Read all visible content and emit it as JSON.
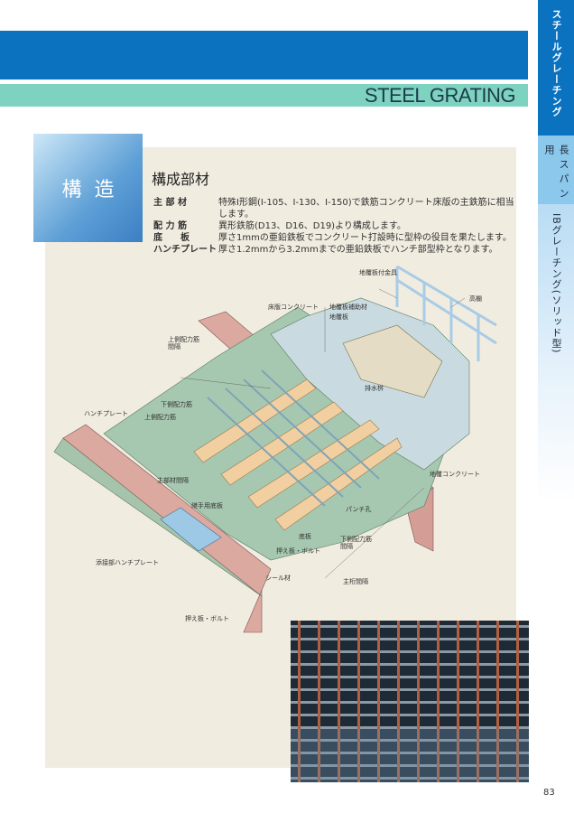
{
  "header": {
    "title_en": "STEEL GRATING"
  },
  "sidebar": {
    "items": [
      {
        "label": "スチールグレーチング"
      },
      {
        "label": "長スパン用"
      },
      {
        "label": "IBグレーチング(ソリッド型)"
      }
    ]
  },
  "section": {
    "heading": "構造",
    "subheading": "構成部材",
    "specs": [
      {
        "term": "主 部 材",
        "desc": "特殊I形鋼(I-105、I-130、I-150)で鉄筋コンクリート床版の主鉄筋に相当します。"
      },
      {
        "term": "配 力 筋",
        "desc": "異形鉄筋(D13、D16、D19)より構成します。"
      },
      {
        "term": "底　　板",
        "desc": "厚さ1mmの亜鉛鉄板でコンクリート打設時に型枠の役目を果たします。"
      },
      {
        "term": "ハンチプレート",
        "desc": "厚さ1.2mmから3.2mmまでの亜鉛鉄板でハンチ部型枠となります。"
      }
    ]
  },
  "diagram": {
    "labels": {
      "jifukuban_kanagu": "地覆板付金具",
      "kouran": "高欄",
      "shouban_concrete": "床版コンクリート",
      "jifukuban_hojozai": "地覆板補助材",
      "jifukuban": "地覆板",
      "uwagawa_kankaku": "上側配力筋\n間隔",
      "haisui": "排水桝",
      "shitagawa": "下側配力筋",
      "uwagawa": "上側配力筋",
      "hanchi": "ハンチプレート",
      "shubuzai_kankaku": "主部材間隔",
      "jifuku_concrete": "地覆コンクリート",
      "tsugite": "継手用底板",
      "punch": "パンチ孔",
      "sokoita": "底板",
      "shitagawa_kankaku": "下側配力筋\n間隔",
      "osaeita1": "押え板・ボルト",
      "tensetsu": "添接部ハンチプレート",
      "seal": "シール材",
      "shukou": "主桁間隔",
      "osaeita2": "押え板・ボルト"
    }
  },
  "page_number": "83",
  "colors": {
    "blue": "#0b72c0",
    "teal": "#7dd3c0",
    "panel": "#f1ece0"
  }
}
